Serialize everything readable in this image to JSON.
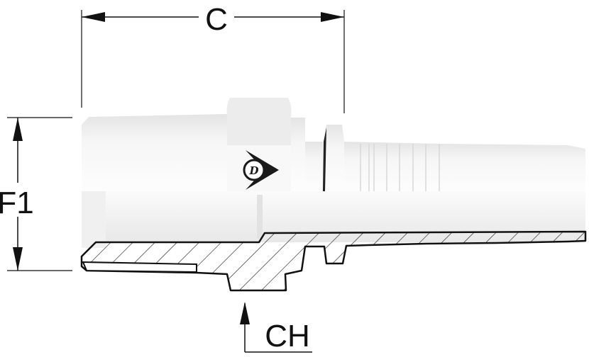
{
  "drawing": {
    "dimensions": {
      "length_label": "C",
      "diameter_label": "F1",
      "hex_label": "CH"
    },
    "logo": {
      "letter": "D"
    },
    "colors": {
      "line": "#111111",
      "body_light": "#ffffff",
      "body_shade": "#e6e6e6"
    }
  }
}
